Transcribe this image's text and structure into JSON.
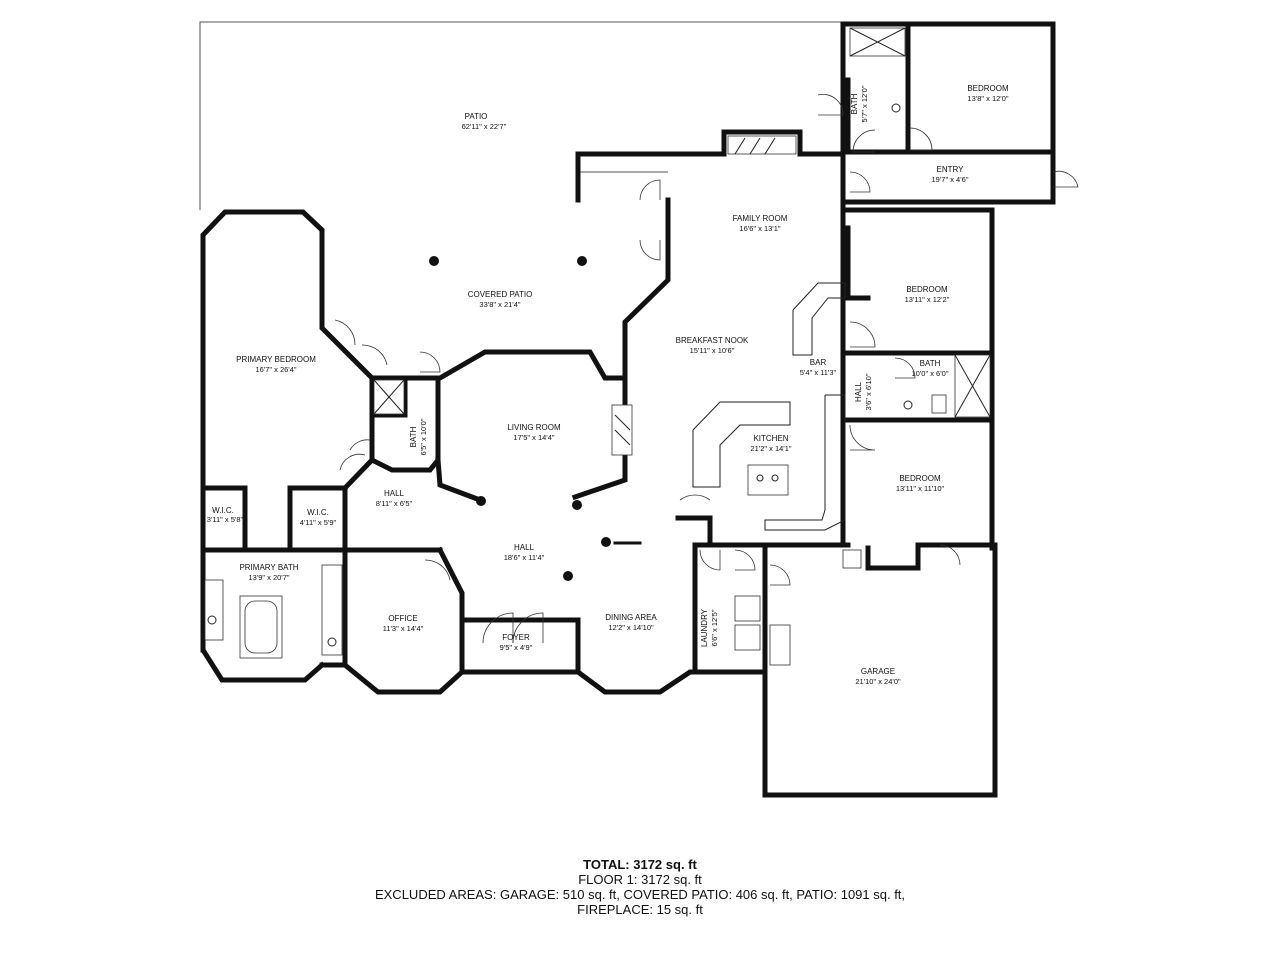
{
  "rooms": {
    "patio": {
      "name": "PATIO",
      "dim": "62'11\" x 22'7\""
    },
    "bath_top": {
      "name": "BATH",
      "dim": "5'7\" x 12'0\""
    },
    "bedroom_top": {
      "name": "BEDROOM",
      "dim": "13'8\" x 12'0\""
    },
    "entry": {
      "name": "ENTRY",
      "dim": "19'7\" x 4'6\""
    },
    "family_room": {
      "name": "FAMILY ROOM",
      "dim": "16'6\" x 13'1\""
    },
    "covered_patio": {
      "name": "COVERED PATIO",
      "dim": "33'8\" x 21'4\""
    },
    "bedroom_mid": {
      "name": "BEDROOM",
      "dim": "13'11\" x 12'2\""
    },
    "breakfast_nook": {
      "name": "BREAKFAST NOOK",
      "dim": "15'11\" x 10'6\""
    },
    "primary_bedroom": {
      "name": "PRIMARY BEDROOM",
      "dim": "16'7\" x 26'4\""
    },
    "bar": {
      "name": "BAR",
      "dim": "5'4\" x 11'3\""
    },
    "hall_right": {
      "name": "HALL",
      "dim": "3'6\" x 6'10\""
    },
    "bath_right": {
      "name": "BATH",
      "dim": "10'0\" x 6'0\""
    },
    "living_room": {
      "name": "LIVING ROOM",
      "dim": "17'5\" x 14'4\""
    },
    "bath_mid": {
      "name": "BATH",
      "dim": "6'5\" x 10'0\""
    },
    "kitchen": {
      "name": "KITCHEN",
      "dim": "21'2\" x 14'1\""
    },
    "bedroom_low": {
      "name": "BEDROOM",
      "dim": "13'11\" x 11'10\""
    },
    "hall_small": {
      "name": "HALL",
      "dim": "8'11\" x 6'5\""
    },
    "wic_left": {
      "name": "W.I.C.",
      "dim": "3'11\" x 5'8\""
    },
    "wic_mid": {
      "name": "W.I.C.",
      "dim": "4'11\" x 5'9\""
    },
    "hall_main": {
      "name": "HALL",
      "dim": "18'6\" x 11'4\""
    },
    "primary_bath": {
      "name": "PRIMARY BATH",
      "dim": "13'9\" x 20'7\""
    },
    "office": {
      "name": "OFFICE",
      "dim": "11'3\" x 14'4\""
    },
    "foyer": {
      "name": "FOYER",
      "dim": "9'5\" x 4'9\""
    },
    "dining_area": {
      "name": "DINING AREA",
      "dim": "12'2\" x 14'10\""
    },
    "laundry": {
      "name": "LAUNDRY",
      "dim": "6'6\" x 12'5\""
    },
    "garage": {
      "name": "GARAGE",
      "dim": "21'10\" x 24'0\""
    }
  },
  "summary": {
    "total": "TOTAL: 3172 sq. ft",
    "floor": "FLOOR 1: 3172 sq. ft",
    "excluded_1": "EXCLUDED AREAS: GARAGE: 510 sq. ft, COVERED PATIO: 406 sq. ft, PATIO: 1091 sq. ft,",
    "excluded_2": "FIREPLACE: 15 sq. ft"
  }
}
